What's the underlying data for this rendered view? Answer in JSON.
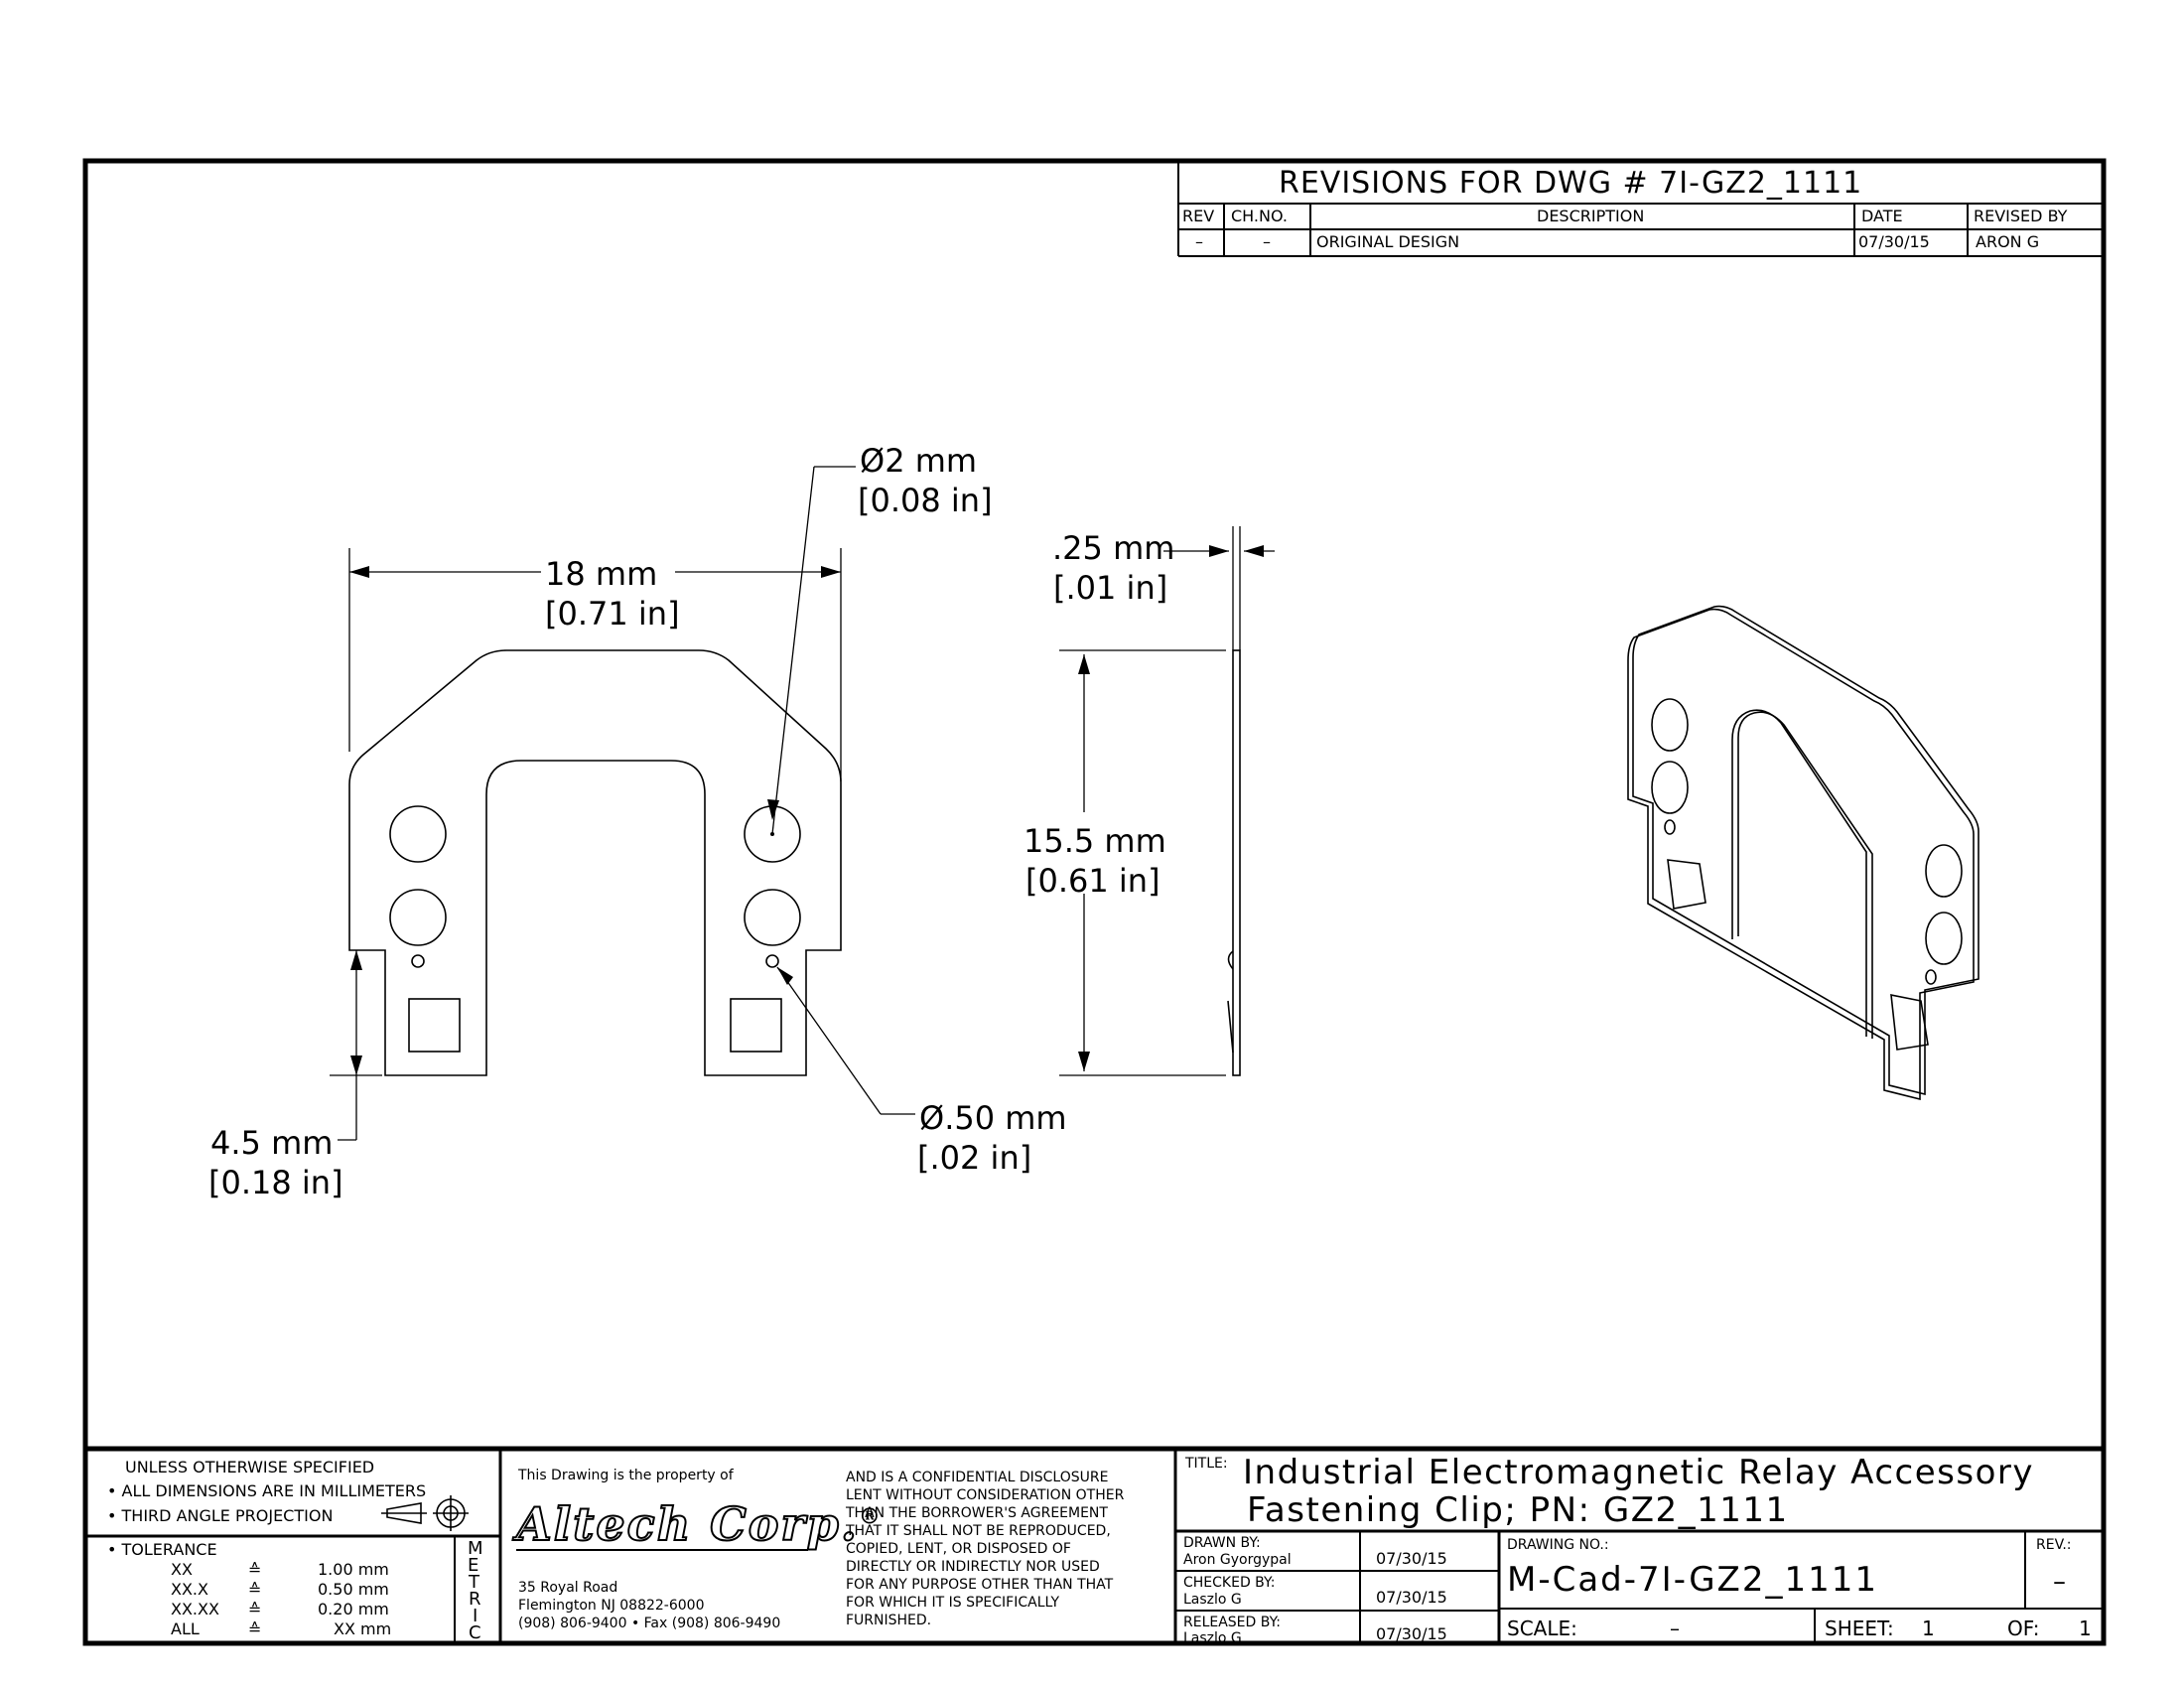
{
  "revision_block": {
    "title": "REVISIONS FOR DWG # 7I-GZ2_1111",
    "headers": [
      "REV",
      "CH.NO.",
      "DESCRIPTION",
      "DATE",
      "REVISED BY"
    ],
    "rows": [
      [
        "–",
        "–",
        "ORIGINAL DESIGN",
        "07/30/15",
        "ARON G"
      ]
    ]
  },
  "dimensions": {
    "width": [
      "18 mm",
      "[0.71 in]"
    ],
    "hole_large": [
      "Ø2 mm",
      "[0.08 in]"
    ],
    "thickness": [
      ".25 mm",
      "[.01 in]"
    ],
    "height": [
      "15.5 mm",
      "[0.61 in]"
    ],
    "hole_small": [
      "Ø.50 mm",
      "[.02 in]"
    ],
    "leg": [
      "4.5 mm",
      "[0.18 in]"
    ]
  },
  "notes": {
    "line1": "UNLESS OTHERWISE SPECIFIED",
    "line2": "• ALL DIMENSIONS ARE IN MILLIMETERS",
    "line3": "• THIRD ANGLE PROJECTION",
    "tolerance_label": "• TOLERANCE",
    "tolerance_rows": [
      [
        "XX",
        "≙",
        "1.00 mm"
      ],
      [
        "XX.X",
        "≙",
        "0.50 mm"
      ],
      [
        "XX.XX",
        "≙",
        "0.20 mm"
      ],
      [
        "ALL",
        "≙",
        "XX mm"
      ]
    ],
    "metric": [
      "M",
      "E",
      "T",
      "R",
      "I",
      "C"
    ]
  },
  "company": {
    "property_note": "This Drawing is the property of",
    "logo": "Altech Corp.",
    "logo_mark": "®",
    "address1": "35 Royal Road",
    "address2": "Flemington NJ 08822-6000",
    "phone": "(908) 806-9400 • Fax (908) 806-9490",
    "disclosure": [
      "AND IS A CONFIDENTIAL DISCLOSURE",
      "LENT WITHOUT CONSIDERATION OTHER",
      "THAN THE BORROWER'S AGREEMENT",
      "THAT IT SHALL NOT BE REPRODUCED,",
      "COPIED, LENT, OR DISPOSED OF",
      "DIRECTLY OR INDIRECTLY NOR USED",
      "FOR ANY PURPOSE OTHER THAN THAT",
      "FOR WHICH IT IS SPECIFICALLY",
      "FURNISHED."
    ]
  },
  "title_block": {
    "title_label": "TITLE:",
    "title_line1": "Industrial Electromagnetic Relay Accessory",
    "title_line2": "Fastening Clip; PN: GZ2_1111",
    "drawn_by_label": "DRAWN BY:",
    "drawn_by": "Aron Gyorgypal",
    "drawn_date": "07/30/15",
    "checked_by_label": "CHECKED BY:",
    "checked_by": "Laszlo G",
    "checked_date": "07/30/15",
    "released_by_label": "RELEASED BY:",
    "released_by": "Laszlo G",
    "released_date": "07/30/15",
    "drawing_no_label": "DRAWING NO.:",
    "drawing_no": "M-Cad-7I-GZ2_1111",
    "rev_label": "REV.:",
    "rev": "–",
    "scale_label": "SCALE:",
    "scale": "–",
    "sheet_label": "SHEET:",
    "sheet": "1",
    "of_label": "OF:",
    "of": "1"
  }
}
